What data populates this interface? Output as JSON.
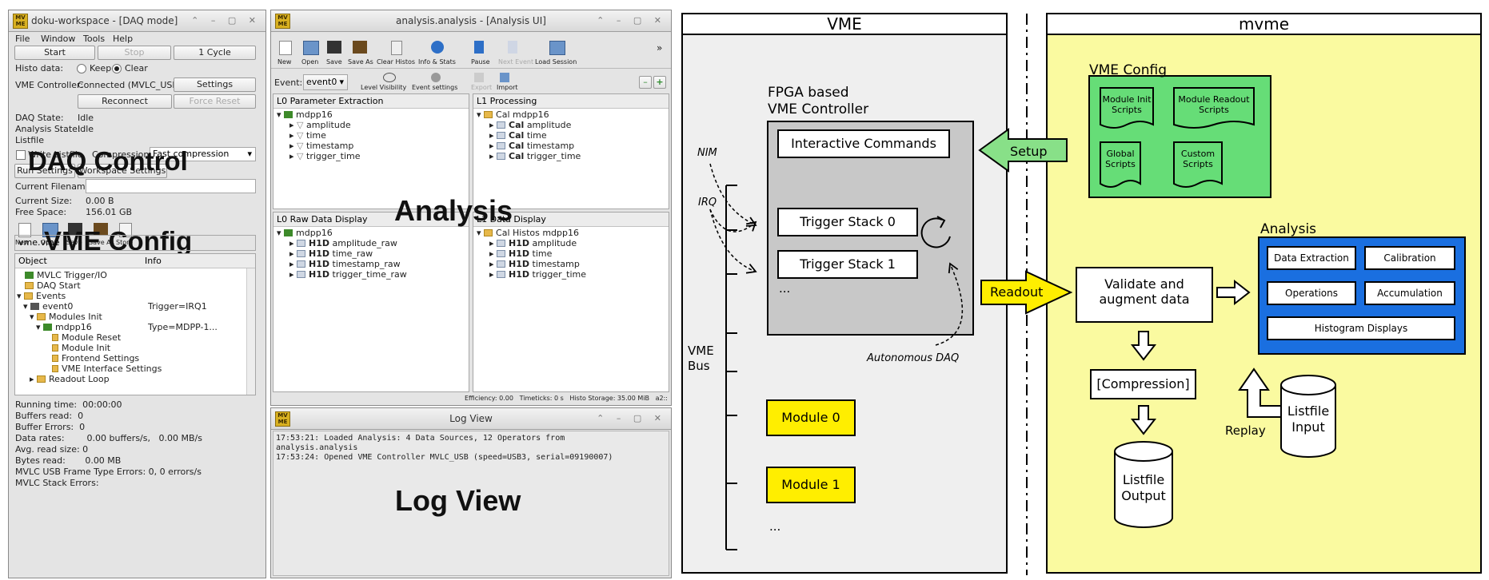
{
  "left_app": {
    "title": "doku-workspace - [DAQ mode]",
    "menu": [
      "File",
      "Window",
      "Tools",
      "Help"
    ],
    "buttons": {
      "start": "Start",
      "stop": "Stop",
      "one_cycle": "1 Cycle",
      "settings": "Settings",
      "reconnect": "Reconnect",
      "force_reset": "Force Reset",
      "run_settings": "Run Settings",
      "workspace_settings": "Workspace Settings"
    },
    "histo_data_label": "Histo data:",
    "histo_keep": "Keep",
    "histo_clear": "Clear",
    "vme_controller_label": "VME Controller:",
    "vme_controller_value": "Connected (MVLC_USB)",
    "daq_state_label": "DAQ State:",
    "daq_state_value": "Idle",
    "analysis_state_label": "Analysis State:",
    "analysis_state_value": "Idle",
    "listfile_label": "Listfile",
    "write_listfile": "Write Listfile",
    "compression_label": "Compression:",
    "compression_value": "Fast compression",
    "current_filename_label": "Current Filename:",
    "current_size_label": "Current Size:",
    "current_size_value": "0.00 B",
    "free_space_label": "Free Space:",
    "free_space_value": "156.01 GB",
    "toolbar": [
      "New",
      "Open",
      "Save",
      "Save As",
      "Store"
    ],
    "config_name": "vme.vme",
    "tree_headers": [
      "Object",
      "Info"
    ],
    "tree_rows": [
      {
        "label": "MVLC Trigger/IO",
        "info": ""
      },
      {
        "label": "DAQ Start",
        "info": ""
      },
      {
        "label": "Events",
        "info": ""
      },
      {
        "label": "event0",
        "info": "Trigger=IRQ1"
      },
      {
        "label": "Modules Init",
        "info": ""
      },
      {
        "label": "mdpp16",
        "info": "Type=MDPP-1..."
      },
      {
        "label": "Module Reset",
        "info": ""
      },
      {
        "label": "Module Init",
        "info": ""
      },
      {
        "label": "Frontend Settings",
        "info": ""
      },
      {
        "label": "VME Interface Settings",
        "info": ""
      },
      {
        "label": "Readout Loop",
        "info": ""
      }
    ],
    "stats": [
      "Running time:  00:00:00",
      "Buffers read:  0",
      "Buffer Errors:  0",
      "Data rates:        0.00 buffers/s,   0.00 MB/s",
      "Avg. read size: 0",
      "Bytes read:       0.00 MB",
      "MVLC USB Frame Type Errors: 0, 0 errors/s",
      "MVLC Stack Errors:"
    ],
    "overlay_daq": "DAQ Control",
    "overlay_vme": "VME Config"
  },
  "analysis_app": {
    "title": "analysis.analysis - [Analysis UI]",
    "toolbar": [
      "New",
      "Open",
      "Save",
      "Save As",
      "Clear Histos",
      "Info & Stats",
      "Pause",
      "Next Event",
      "Load Session"
    ],
    "event_label": "Event:",
    "event_value": "event0",
    "toolbar2": [
      "Level Visibility",
      "Event settings",
      "Export",
      "Import"
    ],
    "l0_param": {
      "title": "L0 Parameter Extraction",
      "root": "mdpp16",
      "items": [
        "amplitude",
        "time",
        "timestamp",
        "trigger_time"
      ]
    },
    "l1_proc": {
      "title": "L1 Processing",
      "root": "Cal mdpp16",
      "prefix": "Cal",
      "items": [
        "amplitude",
        "time",
        "timestamp",
        "trigger_time"
      ]
    },
    "l0_raw": {
      "title": "L0 Raw Data Display",
      "root": "mdpp16",
      "prefix": "H1D",
      "items": [
        "amplitude_raw",
        "time_raw",
        "timestamp_raw",
        "trigger_time_raw"
      ]
    },
    "l1_data": {
      "title": "L1 Data Display",
      "root": "Cal Histos mdpp16",
      "prefix": "H1D",
      "items": [
        "amplitude",
        "time",
        "timestamp",
        "trigger_time"
      ]
    },
    "status": "Efficiency: 0.00   Timeticks: 0 s   Histo Storage: 35.00 MiB   a2::",
    "overlay": "Analysis"
  },
  "log_view": {
    "title": "Log View",
    "lines": [
      "17:53:21: Loaded Analysis: 4 Data Sources, 12 Operators from",
      "analysis.analysis",
      "17:53:24: Opened VME Controller MVLC_USB (speed=USB3, serial=09190007)"
    ],
    "overlay": "Log View"
  },
  "diagram": {
    "vme_header": "VME",
    "mvme_header": "mvme",
    "fpga_title_1": "FPGA based",
    "fpga_title_2": "VME Controller",
    "interactive_commands": "Interactive Commands",
    "trigger_stack_0": "Trigger Stack 0",
    "trigger_stack_1": "Trigger Stack 1",
    "ellipsis": "...",
    "nim": "NIM",
    "irq": "IRQ",
    "vme_bus_1": "VME",
    "vme_bus_2": "Bus",
    "autonomous_daq": "Autonomous DAQ",
    "module_0": "Module 0",
    "module_1": "Module 1",
    "setup": "Setup",
    "readout": "Readout",
    "vme_config_title": "VME Config",
    "config_scripts": [
      "Module Init Scripts",
      "Module Readout Scripts",
      "Global Scripts",
      "Custom Scripts"
    ],
    "validate_1": "Validate and",
    "validate_2": "augment data",
    "analysis_title": "Analysis",
    "analysis_items": [
      "Data Extraction",
      "Calibration",
      "Operations",
      "Accumulation",
      "Histogram Displays"
    ],
    "compression": "[Compression]",
    "listfile_output_1": "Listfile",
    "listfile_output_2": "Output",
    "listfile_input_1": "Listfile",
    "listfile_input_2": "Input",
    "replay": "Replay",
    "colors": {
      "vme_bg": "#efefef",
      "mvme_bg": "#fafaa0",
      "module": "#ffee00",
      "config": "#66dd77",
      "analysis": "#1a6fe0",
      "setup_arrow": "#88e088",
      "readout_arrow": "#ffee00",
      "controller": "#c8c8c8"
    }
  }
}
